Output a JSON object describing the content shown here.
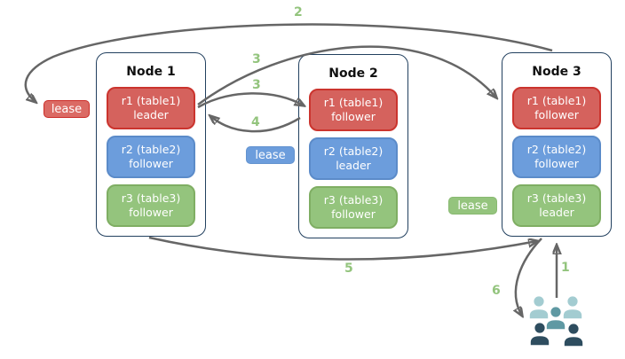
{
  "diagram": {
    "kind": "replication-leaseholder-diagram",
    "colors": {
      "red_fill": "#d5625d",
      "red_border": "#cb342e",
      "blue_fill": "#6c9ddc",
      "blue_border": "#5b8bc9",
      "green_fill": "#94c47d",
      "green_border": "#7fae63",
      "node_border": "#22405f",
      "arrow": "#666666",
      "step_label": "#93c47d",
      "clients_light": "#a3ccd1",
      "clients_mid": "#5f99a3",
      "clients_dark": "#2e4d5f"
    }
  },
  "nodes": [
    {
      "title": "Node 1",
      "replicas": [
        {
          "name": "r1 (table1)",
          "role": "leader",
          "color": "red"
        },
        {
          "name": "r2 (table2)",
          "role": "follower",
          "color": "blue"
        },
        {
          "name": "r3 (table3)",
          "role": "follower",
          "color": "green"
        }
      ]
    },
    {
      "title": "Node 2",
      "replicas": [
        {
          "name": "r1 (table1)",
          "role": "follower",
          "color": "red"
        },
        {
          "name": "r2 (table2)",
          "role": "leader",
          "color": "blue"
        },
        {
          "name": "r3 (table3)",
          "role": "follower",
          "color": "green"
        }
      ]
    },
    {
      "title": "Node 3",
      "replicas": [
        {
          "name": "r1 (table1)",
          "role": "follower",
          "color": "red"
        },
        {
          "name": "r2 (table2)",
          "role": "follower",
          "color": "blue"
        },
        {
          "name": "r3 (table3)",
          "role": "leader",
          "color": "green"
        }
      ]
    }
  ],
  "leases": [
    {
      "text": "lease",
      "color": "red"
    },
    {
      "text": "lease",
      "color": "blue"
    },
    {
      "text": "lease",
      "color": "green"
    }
  ],
  "steps": {
    "s1": "1",
    "s2": "2",
    "s3a": "3",
    "s3b": "3",
    "s4": "4",
    "s5": "5",
    "s6": "6"
  },
  "icons": {
    "clients": "clients-group-icon"
  }
}
